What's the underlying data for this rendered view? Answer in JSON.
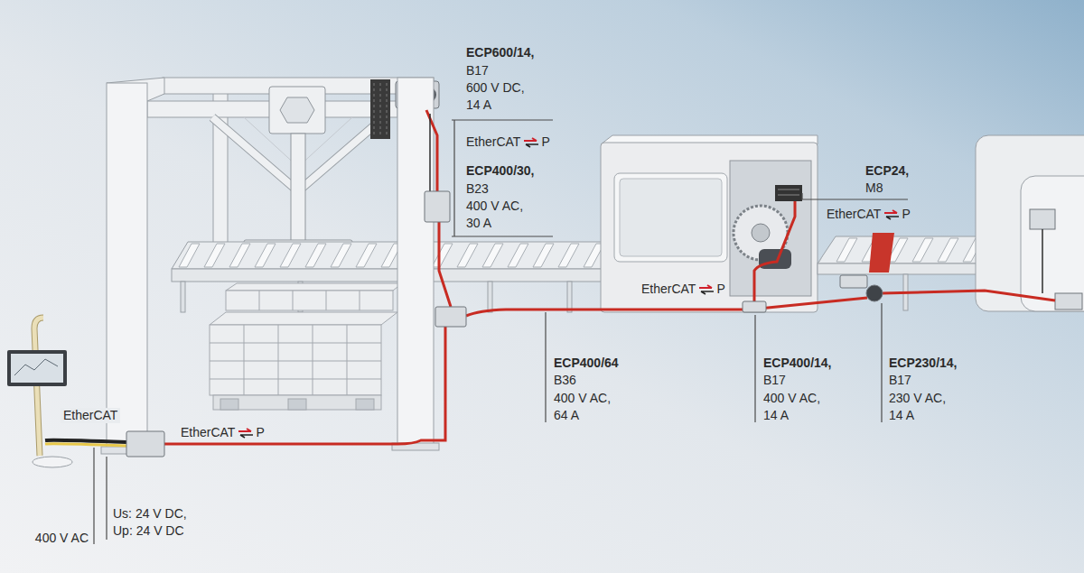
{
  "diagram": {
    "labels": [
      "ECP600/14,",
      "B17",
      "600 V DC,",
      "14 A",
      "EtherCAT",
      "P",
      "ECP400/30,",
      "B23",
      "400 V AC,",
      "30 A",
      "ECP24,",
      "M8",
      "EtherCAT",
      "P",
      "EtherCAT",
      "P",
      "ECP400/64",
      "B36",
      "400 V AC,",
      "64 A",
      "ECP400/14,",
      "B17",
      "400 V AC,",
      "14 A",
      "ECP230/14,",
      "B17",
      "230 V AC,",
      "14 A",
      "EtherCAT",
      "EtherCAT",
      "P",
      "Us: 24 V DC,",
      "Up: 24 V DC",
      "400 V AC"
    ]
  }
}
